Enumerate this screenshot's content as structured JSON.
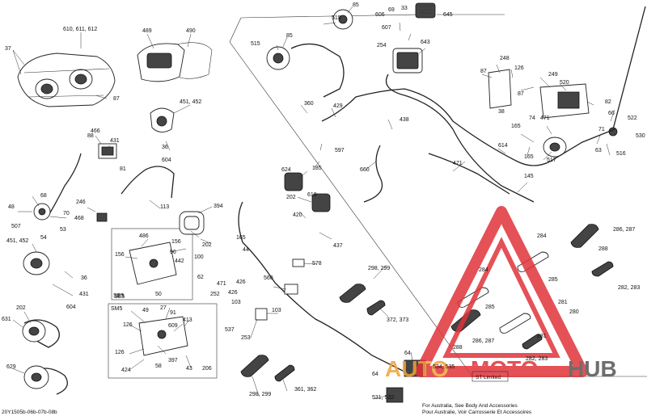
{
  "diagram": {
    "document_code": "20Y1505b-06b-07b-08b",
    "notes": {
      "st_limited": "ST Limited",
      "line1": "For Australia, See Body And Accessories",
      "line2": "Pour Australie, Voir Carrosserie Et Accessoires"
    },
    "boxes": {
      "se5": "SE5",
      "sm5": "SM5"
    },
    "watermark": {
      "auto": "AUTO",
      "moto": "MOTO",
      "hub": "HUB",
      "colors": {
        "red": "#e0333a",
        "orange": "#f2a33a",
        "gray": "#555555"
      }
    },
    "labels": [
      "37",
      "610, 611, 612",
      "489",
      "490",
      "87",
      "451, 452",
      "431",
      "36",
      "604",
      "88",
      "466",
      "81",
      "113",
      "246",
      "468",
      "48",
      "68",
      "507",
      "70",
      "53",
      "54",
      "451, 452",
      "36",
      "431",
      "604",
      "202",
      "631",
      "629",
      "486",
      "156",
      "156",
      "96",
      "442",
      "50",
      "SE5",
      "49",
      "27",
      "91",
      "609",
      "413",
      "126",
      "126",
      "424",
      "58",
      "397",
      "43",
      "206",
      "394",
      "202",
      "165",
      "100",
      "44",
      "62",
      "471",
      "252",
      "426",
      "103",
      "537",
      "426",
      "624",
      "202",
      "619",
      "420",
      "437",
      "578",
      "560",
      "103",
      "253",
      "298, 299",
      "372, 373",
      "64",
      "534, 535",
      "64",
      "531, 532",
      "361, 362",
      "298, 299",
      "515",
      "85",
      "515",
      "85",
      "606",
      "69",
      "33",
      "607",
      "254",
      "645",
      "643",
      "360",
      "429",
      "597",
      "185",
      "438",
      "660",
      "471",
      "614",
      "145",
      "248",
      "126",
      "87",
      "249",
      "520",
      "38",
      "82",
      "87",
      "74",
      "471",
      "165",
      "517",
      "71",
      "66",
      "522",
      "530",
      "63",
      "516",
      "165",
      "286, 287",
      "288",
      "284",
      "284",
      "285",
      "285",
      "280",
      "281",
      "282, 283",
      "286, 287",
      "288",
      "281",
      "282, 283"
    ]
  }
}
